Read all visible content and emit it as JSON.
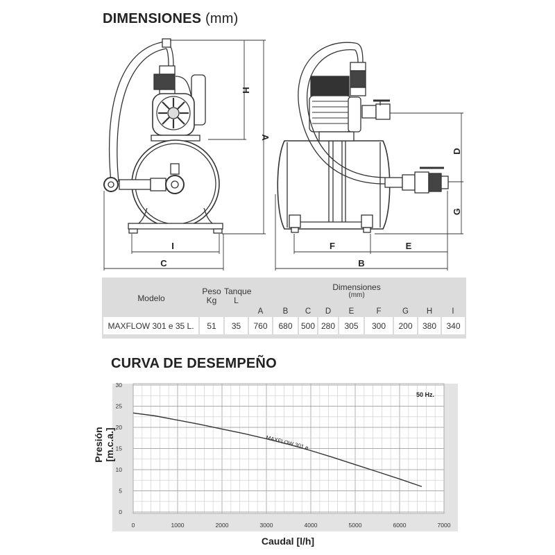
{
  "dimensions_title": "DIMENSIONES",
  "dimensions_unit": "(mm)",
  "drawing_labels": {
    "A": "A",
    "B": "B",
    "C": "C",
    "D": "D",
    "E": "E",
    "F": "F",
    "G": "G",
    "H": "H",
    "I": "I"
  },
  "table": {
    "headers": {
      "model": "Modelo",
      "weight": "Peso",
      "weight_unit": "Kg",
      "tank": "Tanque",
      "tank_unit": "L",
      "dimensions": "Dimensiones",
      "dimensions_unit": "(mm)",
      "letters": [
        "A",
        "B",
        "C",
        "D",
        "E",
        "F",
        "G",
        "H",
        "I"
      ]
    },
    "rows": [
      {
        "model": "MAXFLOW 301 e 35 L.",
        "weight": "51",
        "tank": "35",
        "dims": [
          "760",
          "680",
          "500",
          "280",
          "305",
          "300",
          "200",
          "380",
          "340"
        ]
      }
    ]
  },
  "curve_title": "CURVA DE DESEMPEÑO",
  "chart_data": {
    "type": "line",
    "title": "CURVA DE DESEMPEÑO",
    "xlabel": "Caudal [l/h]",
    "ylabel": "Presión [m.c.a.]",
    "xlim": [
      0,
      7000
    ],
    "ylim": [
      0,
      30
    ],
    "xticks": [
      0,
      1000,
      2000,
      3000,
      4000,
      5000,
      6000,
      7000
    ],
    "yticks": [
      0,
      5,
      10,
      15,
      20,
      25,
      30
    ],
    "grid": true,
    "annotation": "50 Hz.",
    "series": [
      {
        "name": "MAXFLOW 301 e",
        "x": [
          0,
          500,
          1000,
          1500,
          2000,
          2500,
          3000,
          3500,
          4000,
          4500,
          5000,
          5500,
          6000,
          6500
        ],
        "y": [
          23.4,
          22.7,
          21.7,
          20.7,
          19.6,
          18.5,
          17.3,
          16.0,
          14.5,
          12.9,
          11.2,
          9.5,
          7.8,
          6.0
        ]
      }
    ],
    "color": "#333333"
  }
}
